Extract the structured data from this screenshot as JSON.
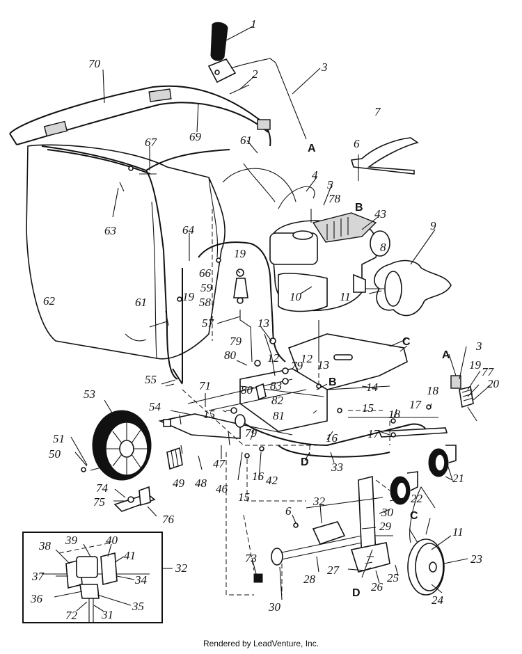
{
  "footer": {
    "credit": "Rendered by LeadVenture, Inc."
  },
  "callouts": {
    "c1": "1",
    "c2": "2",
    "c3": "3",
    "c3b": "3",
    "c4": "4",
    "c5": "5",
    "c6": "6",
    "c6b": "6",
    "c7": "7",
    "c8": "8",
    "c9": "9",
    "c10": "10",
    "c11": "11",
    "c11b": "11",
    "c12": "12",
    "c12b": "12",
    "c13": "13",
    "c13b": "13",
    "c14": "14",
    "c15": "15",
    "c15b": "15",
    "c15c": "15",
    "c16": "16",
    "c16b": "16",
    "c17": "17",
    "c17b": "17",
    "c18": "18",
    "c18b": "18",
    "c19": "19",
    "c19b": "19",
    "c19c": "19",
    "c20": "20",
    "c21": "21",
    "c22": "22",
    "c23": "23",
    "c24": "24",
    "c25": "25",
    "c26": "26",
    "c27": "27",
    "c28": "28",
    "c29": "29",
    "c30": "30",
    "c30b": "30",
    "c31": "31",
    "c32": "32",
    "c32b": "32",
    "c33": "33",
    "c34": "34",
    "c35": "35",
    "c36": "36",
    "c37": "37",
    "c38": "38",
    "c39": "39",
    "c40": "40",
    "c41": "41",
    "c42": "42",
    "c43": "43",
    "c46": "46",
    "c47": "47",
    "c48": "48",
    "c49": "49",
    "c50": "50",
    "c51": "51",
    "c53": "53",
    "c54": "54",
    "c55": "55",
    "c57": "57",
    "c58": "58",
    "c59": "59",
    "c61": "61",
    "c61b": "61",
    "c62": "62",
    "c63": "63",
    "c64": "64",
    "c66": "66",
    "c67": "67",
    "c69": "69",
    "c70": "70",
    "c71": "71",
    "c72": "72",
    "c73": "73",
    "c74": "74",
    "c75": "75",
    "c76": "76",
    "c77": "77",
    "c78": "78",
    "c79": "79",
    "c79b": "79",
    "c79c": "79",
    "c80": "80",
    "c80b": "80",
    "c81": "81",
    "c82": "82",
    "c83": "83"
  },
  "letters": {
    "A1": "A",
    "A2": "A",
    "B1": "B",
    "B2": "B",
    "C1": "C",
    "C2": "C",
    "D1": "D",
    "D2": "D"
  }
}
